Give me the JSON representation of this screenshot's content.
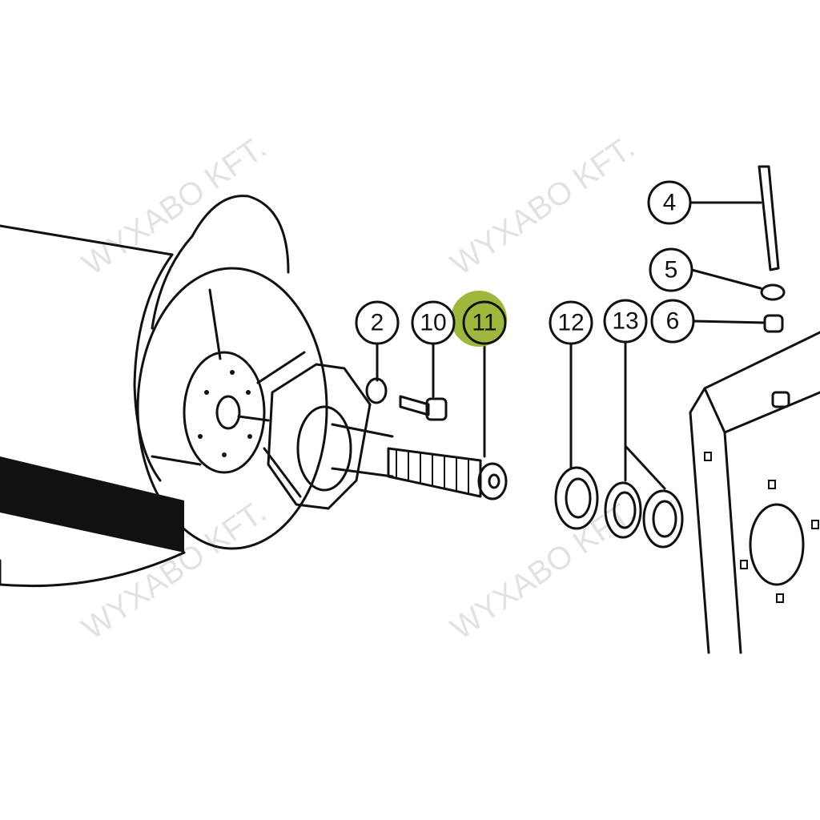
{
  "diagram": {
    "highlight_color": "#9db83c",
    "highlighted_part": "11",
    "callouts": [
      {
        "label": "2"
      },
      {
        "label": "10"
      },
      {
        "label": "11"
      },
      {
        "label": "12"
      },
      {
        "label": "13"
      },
      {
        "label": "6"
      },
      {
        "label": "5"
      },
      {
        "label": "4"
      }
    ],
    "watermark": "WYXABO KFT."
  }
}
